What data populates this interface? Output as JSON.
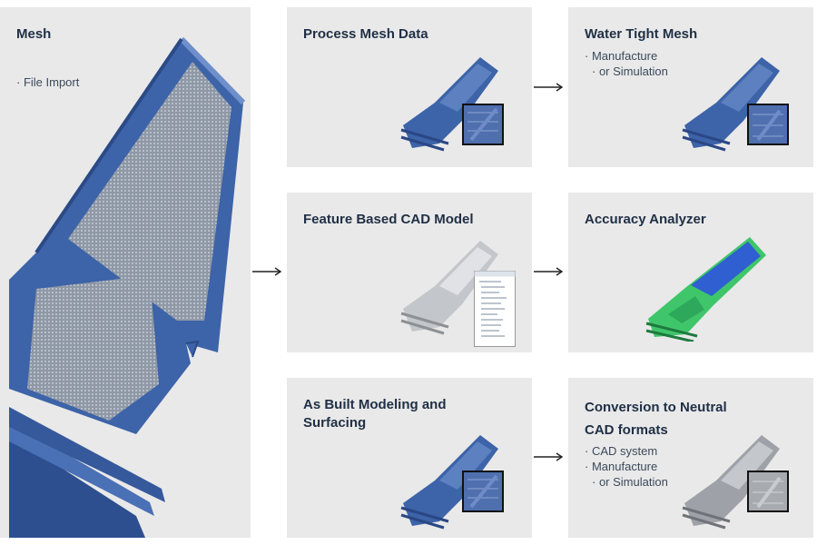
{
  "panels": {
    "mesh": {
      "title": "Mesh",
      "bullets": [
        "File Import"
      ]
    },
    "process": {
      "title": "Process Mesh Data"
    },
    "watertight": {
      "title": "Water Tight Mesh",
      "bullets": [
        "Manufacture",
        "or Simulation"
      ]
    },
    "feature_cad": {
      "title": "Feature Based CAD Model"
    },
    "accuracy": {
      "title": "Accuracy Analyzer"
    },
    "as_built": {
      "title_line1": "As Built Modeling and",
      "title_line2": "Surfacing"
    },
    "conversion": {
      "title_line1": "Conversion to Neutral",
      "title_line2": "CAD formats",
      "bullets": [
        "CAD system",
        "Manufacture",
        "or Simulation"
      ]
    }
  },
  "colors": {
    "panel_bg": "#e9e9e9",
    "title": "#1f2f45",
    "mesh_blue": "#3d63a8",
    "arrow": "#222222",
    "cad_gray": "#b5b8bc",
    "analyzer_green": "#3fc66a",
    "analyzer_blue": "#2f5fd0"
  },
  "icons": [
    "right-arrow-icon",
    "turbine-blade-icon",
    "zoom-detail-icon",
    "feature-tree-icon"
  ]
}
